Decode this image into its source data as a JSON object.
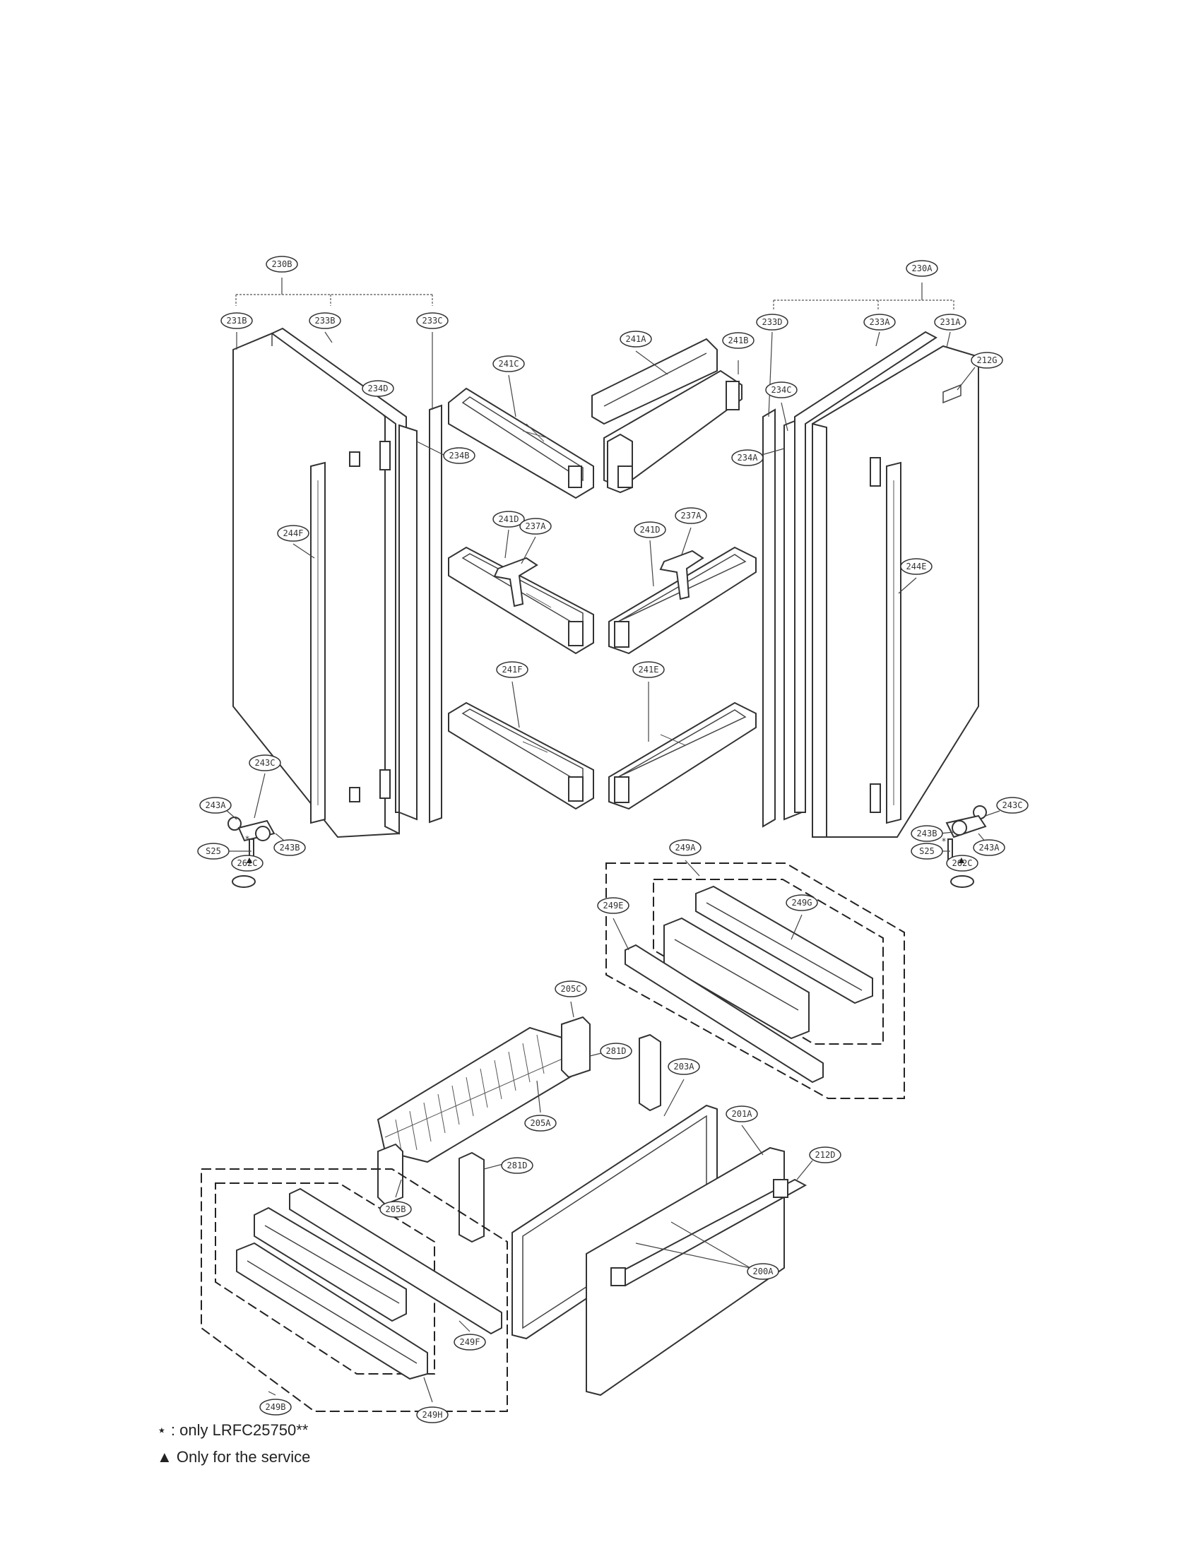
{
  "callouts": [
    {
      "id": "c230B",
      "label": "230B"
    },
    {
      "id": "c231B",
      "label": "231B"
    },
    {
      "id": "c233B",
      "label": "233B"
    },
    {
      "id": "c233C",
      "label": "233C"
    },
    {
      "id": "c234D",
      "label": "234D"
    },
    {
      "id": "c234B",
      "label": "234B"
    },
    {
      "id": "c244F",
      "label": "244F"
    },
    {
      "id": "c243C-left",
      "label": "243C"
    },
    {
      "id": "c243A-left",
      "label": "243A"
    },
    {
      "id": "c243B-left",
      "label": "243B"
    },
    {
      "id": "cS25-left",
      "label": "S25"
    },
    {
      "id": "c262C-left",
      "label": "262C"
    },
    {
      "id": "c241C",
      "label": "241C"
    },
    {
      "id": "c241A",
      "label": "241A"
    },
    {
      "id": "c241B",
      "label": "241B"
    },
    {
      "id": "c241D-left",
      "label": "241D"
    },
    {
      "id": "c237A-left",
      "label": "237A"
    },
    {
      "id": "c237A-right",
      "label": "237A"
    },
    {
      "id": "c241D-right",
      "label": "241D"
    },
    {
      "id": "c241F",
      "label": "241F"
    },
    {
      "id": "c241E",
      "label": "241E"
    },
    {
      "id": "c230A",
      "label": "230A"
    },
    {
      "id": "c233D",
      "label": "233D"
    },
    {
      "id": "c233A",
      "label": "233A"
    },
    {
      "id": "c231A",
      "label": "231A"
    },
    {
      "id": "c212G",
      "label": "212G"
    },
    {
      "id": "c234C",
      "label": "234C"
    },
    {
      "id": "c234A",
      "label": "234A"
    },
    {
      "id": "c244E",
      "label": "244E"
    },
    {
      "id": "c243C-right",
      "label": "243C"
    },
    {
      "id": "c243A-right",
      "label": "243A"
    },
    {
      "id": "c243B-right",
      "label": "243B"
    },
    {
      "id": "cS25-right",
      "label": "S25"
    },
    {
      "id": "c262C-right",
      "label": "262C"
    },
    {
      "id": "c249A",
      "label": "249A"
    },
    {
      "id": "c249G",
      "label": "249G"
    },
    {
      "id": "c249E",
      "label": "249E"
    },
    {
      "id": "c205C",
      "label": "205C"
    },
    {
      "id": "c281D-top",
      "label": "281D"
    },
    {
      "id": "c205A",
      "label": "205A"
    },
    {
      "id": "c203A",
      "label": "203A"
    },
    {
      "id": "c201A",
      "label": "201A"
    },
    {
      "id": "c212D",
      "label": "212D"
    },
    {
      "id": "c281D-mid",
      "label": "281D"
    },
    {
      "id": "c205B",
      "label": "205B"
    },
    {
      "id": "c200A",
      "label": "200A"
    },
    {
      "id": "c249F",
      "label": "249F"
    },
    {
      "id": "c249B",
      "label": "249B"
    },
    {
      "id": "c249H",
      "label": "249H"
    }
  ],
  "legend": {
    "model_note": "⋆ : only LRFC25750**",
    "service_note": "▲ Only for the service"
  },
  "markers": {
    "service_triangle_left": "▲",
    "service_triangle_right": "▲"
  }
}
